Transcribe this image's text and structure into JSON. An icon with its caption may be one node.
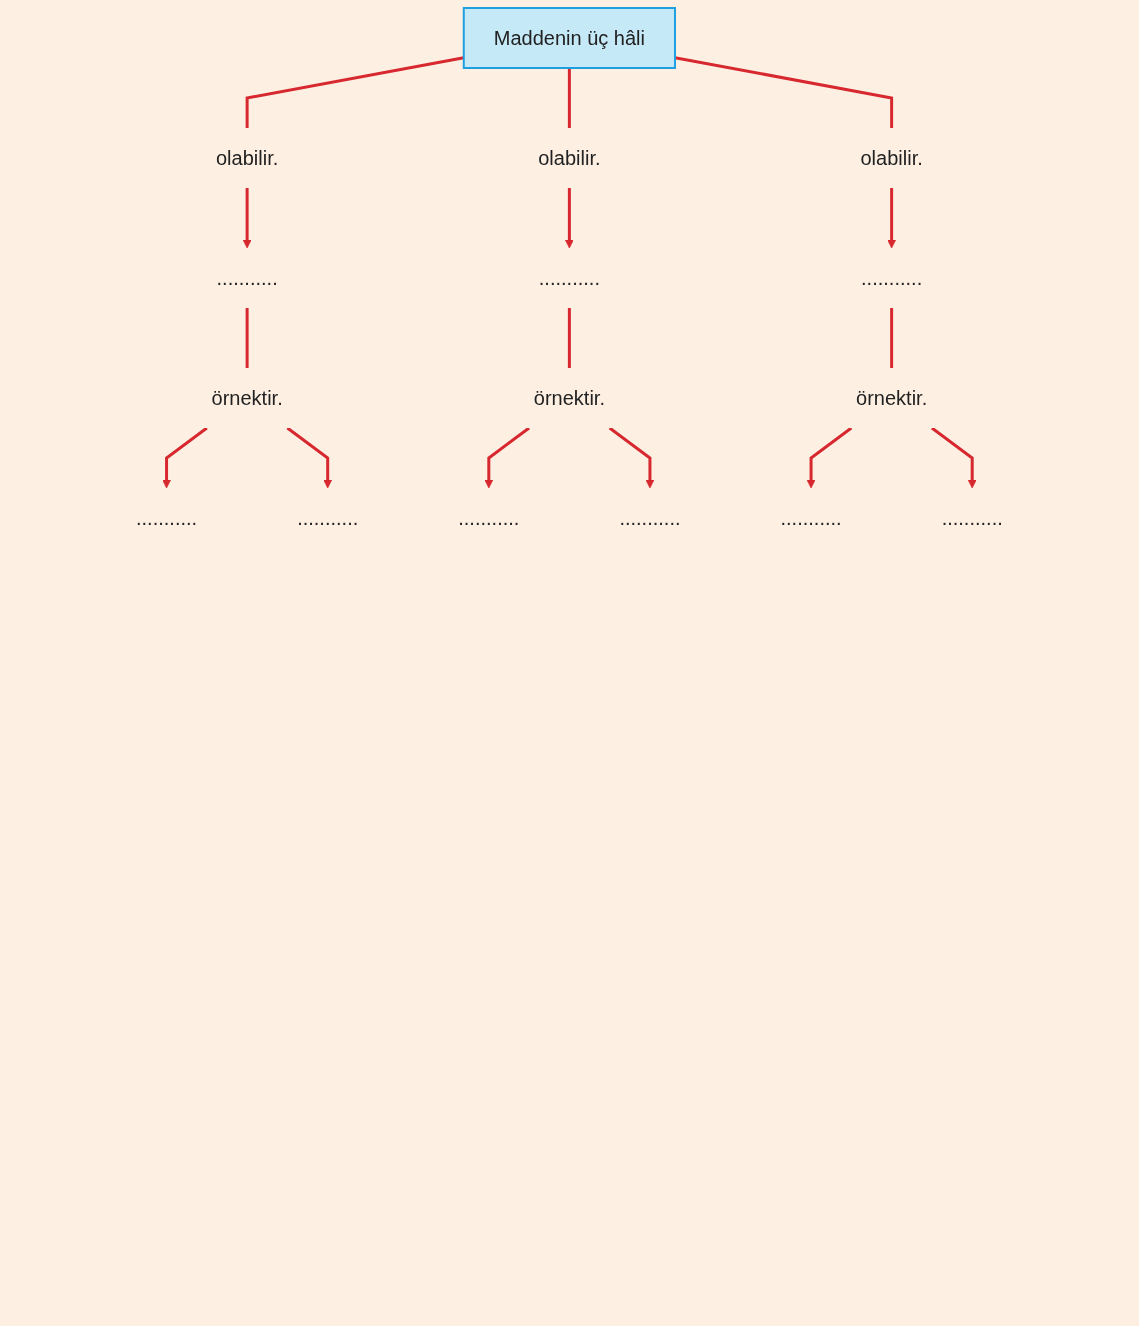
{
  "diagram": {
    "nodes": [
      {
        "text": [
          "Maddenin üç hâli"
        ]
      },
      {
        "text": [
          "olabilir."
        ]
      },
      {
        "text": [
          "olabilir."
        ]
      },
      {
        "text": [
          "olabilir."
        ]
      },
      {
        "text": [
          "..........."
        ]
      },
      {
        "text": [
          "..........."
        ]
      },
      {
        "text": [
          "..........."
        ]
      },
      {
        "text": [
          "örnektir."
        ]
      },
      {
        "text": [
          "örnektir."
        ]
      },
      {
        "text": [
          "örnektir."
        ]
      },
      {
        "text": [
          "..........."
        ]
      },
      {
        "text": [
          "..........."
        ]
      },
      {
        "text": [
          "..........."
        ]
      },
      {
        "text": [
          "..........."
        ]
      },
      {
        "text": [
          "..........."
        ]
      },
      {
        "text": [
          "..........."
        ]
      }
    ],
    "edges": [
      {
        "from": 0,
        "to": 1,
        "arrow": "none"
      },
      {
        "from": 0,
        "to": 2,
        "arrow": "none"
      },
      {
        "from": 0,
        "to": 3,
        "arrow": "none"
      },
      {
        "from": 1,
        "to": 4,
        "arrow": "to"
      },
      {
        "from": 2,
        "to": 5,
        "arrow": "to"
      },
      {
        "from": 3,
        "to": 6,
        "arrow": "to"
      },
      {
        "from": 4,
        "to": 7,
        "arrow": "none"
      },
      {
        "from": 5,
        "to": 8,
        "arrow": "none"
      },
      {
        "from": 6,
        "to": 9,
        "arrow": "none"
      },
      {
        "from": 7,
        "to": 10,
        "arrow": "to"
      },
      {
        "from": 7,
        "to": 13,
        "arrow": "to"
      },
      {
        "from": 8,
        "to": 11,
        "arrow": "to"
      },
      {
        "from": 8,
        "to": 14,
        "arrow": "to"
      },
      {
        "from": 9,
        "to": 12,
        "arrow": "to"
      },
      {
        "from": 9,
        "to": 15,
        "arrow": "to"
      }
    ]
  }
}
